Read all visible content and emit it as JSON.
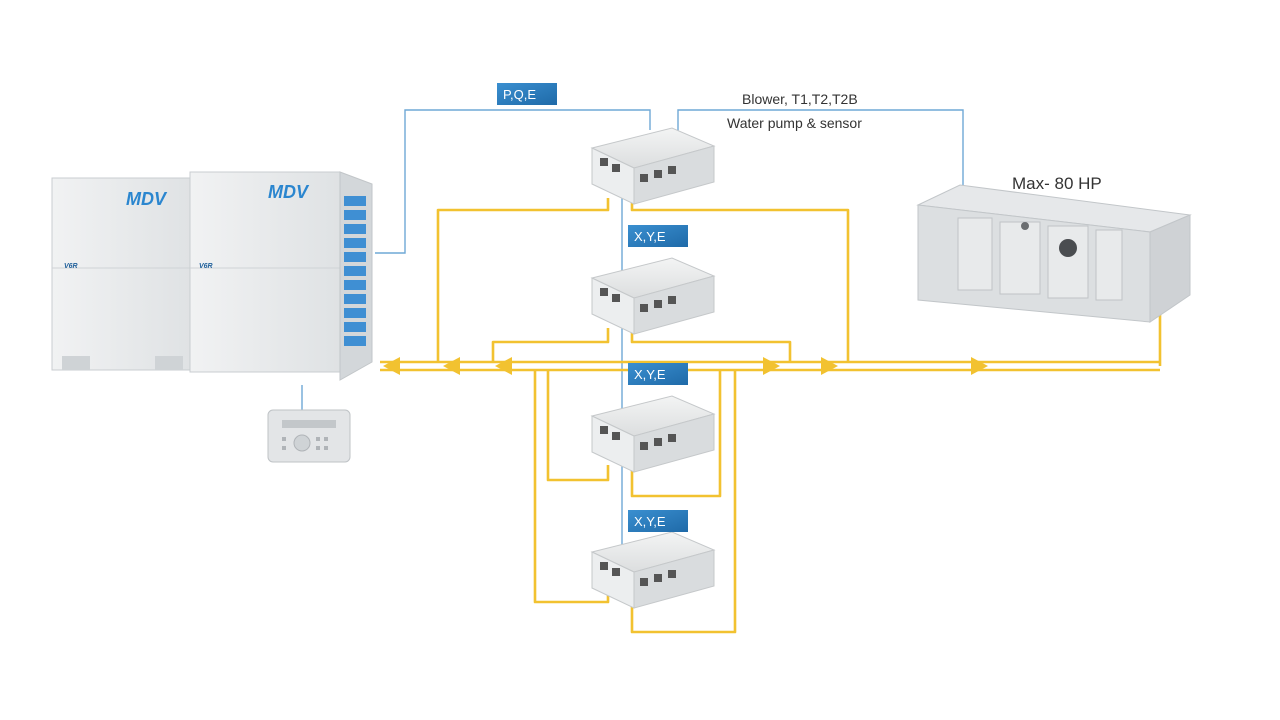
{
  "labels": {
    "pqe": "P,Q,E",
    "xye_1": "X,Y,E",
    "xye_2": "X,Y,E",
    "xye_3": "X,Y,E",
    "blower": "Blower, T1,T2,T2B",
    "water_pump": "Water pump & sensor",
    "capacity": "Max- 80 HP"
  },
  "branding": {
    "outdoor_logo": "MDV",
    "outdoor_series": "V6R"
  },
  "colors": {
    "refrigerant_pipe": "#f2c230",
    "signal_wire": "#6fa8d6",
    "tag_fill": "#2d7fc1",
    "unit_body": "#e9ebec",
    "ahu_body": "#dcdfe1"
  }
}
